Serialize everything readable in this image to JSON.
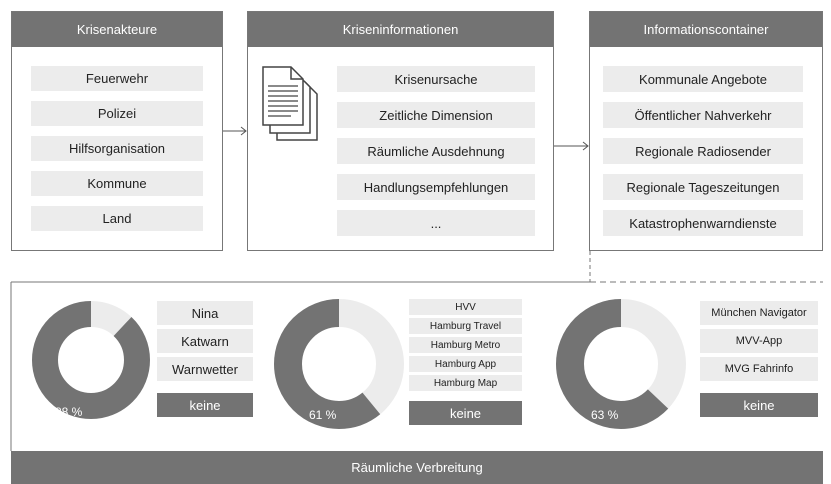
{
  "panels": {
    "actors": {
      "title": "Krisenakteure",
      "items": [
        "Feuerwehr",
        "Polizei",
        "Hilfsorganisation",
        "Kommune",
        "Land"
      ]
    },
    "info": {
      "title": "Kriseninformationen",
      "items": [
        "Krisenursache",
        "Zeitliche Dimension",
        "Räumliche Ausdehnung",
        "Handlungsempfehlungen",
        "..."
      ]
    },
    "containers": {
      "title": "Informationscontainer",
      "items": [
        "Kommunale Angebote",
        "Öffentlicher Nahverkehr",
        "Regionale Radiosender",
        "Regionale Tageszeitungen",
        "Katastrophenwarndienste"
      ]
    }
  },
  "distribution": {
    "label": "Räumliche Verbreitung",
    "groups": [
      {
        "value": 88,
        "pct_label": "88 %",
        "apps": [
          "Nina",
          "Katwarn",
          "Warnwetter"
        ],
        "none": "keine"
      },
      {
        "value": 61,
        "pct_label": "61 %",
        "apps": [
          "HVV",
          "Hamburg Travel",
          "Hamburg Metro",
          "Hamburg App",
          "Hamburg Map"
        ],
        "none": "keine"
      },
      {
        "value": 63,
        "pct_label": "63 %",
        "apps": [
          "München Navigator",
          "MVV-App",
          "MVG Fahrinfo"
        ],
        "none": "keine"
      }
    ]
  },
  "colors": {
    "dark": "#737373",
    "light": "#ececec"
  }
}
